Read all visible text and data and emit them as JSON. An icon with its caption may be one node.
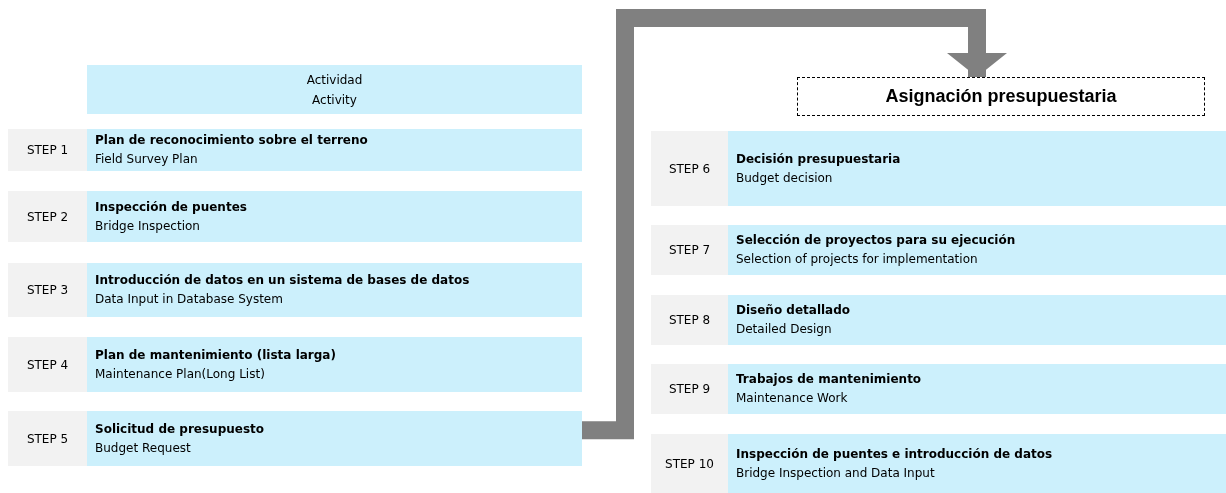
{
  "diagram": {
    "nodes": [
      {
        "text": [
          "Actividad",
          "Activity"
        ]
      },
      {
        "text": [
          "STEP 1"
        ]
      },
      {
        "text": [
          "Plan de reconocimiento sobre el terreno",
          "Field Survey Plan"
        ]
      },
      {
        "text": [
          "STEP 2"
        ]
      },
      {
        "text": [
          "Inspección de puentes",
          "Bridge Inspection"
        ]
      },
      {
        "text": [
          "STEP 3"
        ]
      },
      {
        "text": [
          "Introducción de datos en un sistema de bases de datos",
          "Data Input in Database System"
        ]
      },
      {
        "text": [
          "STEP 4"
        ]
      },
      {
        "text": [
          "Plan de mantenimiento (lista larga)",
          "Maintenance Plan(Long List)"
        ]
      },
      {
        "text": [
          "STEP 5"
        ]
      },
      {
        "text": [
          "Solicitud de presupuesto",
          "Budget Request"
        ]
      },
      {
        "text": [
          "Asignación presupuestaria"
        ]
      },
      {
        "text": [
          "STEP 6"
        ]
      },
      {
        "text": [
          "Decisión presupuestaria",
          "Budget decision"
        ]
      },
      {
        "text": [
          "STEP 7"
        ]
      },
      {
        "text": [
          "Selección de proyectos para su ejecución",
          "Selection of projects for implementation"
        ]
      },
      {
        "text": [
          "STEP 8"
        ]
      },
      {
        "text": [
          "Diseño detallado",
          "Detailed Design"
        ]
      },
      {
        "text": [
          "STEP 9"
        ]
      },
      {
        "text": [
          "Trabajos de mantenimiento",
          "Maintenance Work"
        ]
      },
      {
        "text": [
          "STEP 10"
        ]
      },
      {
        "text": [
          "Inspección de puentes e introducción de datos",
          "Bridge Inspection and Data Input"
        ]
      }
    ],
    "edges": [
      {
        "from": 10,
        "to": 11,
        "arrow": "to"
      }
    ]
  }
}
